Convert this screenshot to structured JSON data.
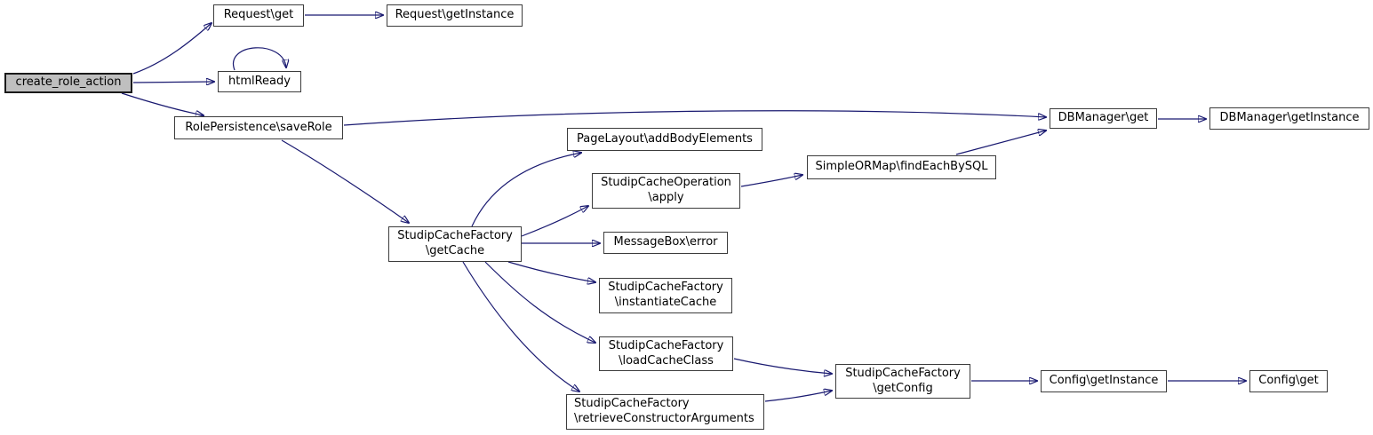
{
  "diagram": {
    "kind": "doxygen-call-graph",
    "colors": {
      "edge": "#191970",
      "node_border": "#3c3c3c",
      "node_fill": "#ffffff",
      "root_fill": "#bfbfbf",
      "root_border": "#1a1a1a",
      "text": "#000000",
      "background": "#ffffff"
    },
    "nodes": {
      "create_role_action": {
        "label": "create_role_action",
        "root": true
      },
      "request_get": {
        "label": "Request\\get"
      },
      "request_getInstance": {
        "label": "Request\\getInstance"
      },
      "htmlReady": {
        "label": "htmlReady"
      },
      "saveRole": {
        "label": "RolePersistence\\saveRole"
      },
      "getCache": {
        "line1": "StudipCacheFactory",
        "line2": "\\getCache"
      },
      "addBodyElements": {
        "label": "PageLayout\\addBodyElements"
      },
      "apply": {
        "line1": "StudipCacheOperation",
        "line2": "\\apply"
      },
      "messageBoxError": {
        "label": "MessageBox\\error"
      },
      "findEachBySQL": {
        "label": "SimpleORMap\\findEachBySQL"
      },
      "dbmanager_get": {
        "label": "DBManager\\get"
      },
      "dbmanager_getInstance": {
        "label": "DBManager\\getInstance"
      },
      "instantiateCache": {
        "line1": "StudipCacheFactory",
        "line2": "\\instantiateCache"
      },
      "loadCacheClass": {
        "line1": "StudipCacheFactory",
        "line2": "\\loadCacheClass"
      },
      "retrieveConstructorArguments": {
        "line1": "StudipCacheFactory",
        "line2": "\\retrieveConstructorArguments"
      },
      "getConfig": {
        "line1": "StudipCacheFactory",
        "line2": "\\getConfig"
      },
      "config_getInstance": {
        "label": "Config\\getInstance"
      },
      "config_get": {
        "label": "Config\\get"
      }
    },
    "edges": [
      {
        "from": "create_role_action",
        "to": "Request\\get"
      },
      {
        "from": "create_role_action",
        "to": "htmlReady"
      },
      {
        "from": "create_role_action",
        "to": "RolePersistence\\saveRole"
      },
      {
        "from": "Request\\get",
        "to": "Request\\getInstance"
      },
      {
        "from": "htmlReady",
        "to": "htmlReady"
      },
      {
        "from": "RolePersistence\\saveRole",
        "to": "DBManager\\get"
      },
      {
        "from": "RolePersistence\\saveRole",
        "to": "StudipCacheFactory\\getCache"
      },
      {
        "from": "StudipCacheFactory\\getCache",
        "to": "PageLayout\\addBodyElements"
      },
      {
        "from": "StudipCacheFactory\\getCache",
        "to": "StudipCacheOperation\\apply"
      },
      {
        "from": "StudipCacheFactory\\getCache",
        "to": "MessageBox\\error"
      },
      {
        "from": "StudipCacheFactory\\getCache",
        "to": "StudipCacheFactory\\instantiateCache"
      },
      {
        "from": "StudipCacheFactory\\getCache",
        "to": "StudipCacheFactory\\loadCacheClass"
      },
      {
        "from": "StudipCacheFactory\\getCache",
        "to": "StudipCacheFactory\\retrieveConstructorArguments"
      },
      {
        "from": "StudipCacheOperation\\apply",
        "to": "SimpleORMap\\findEachBySQL"
      },
      {
        "from": "SimpleORMap\\findEachBySQL",
        "to": "DBManager\\get"
      },
      {
        "from": "DBManager\\get",
        "to": "DBManager\\getInstance"
      },
      {
        "from": "StudipCacheFactory\\loadCacheClass",
        "to": "StudipCacheFactory\\getConfig"
      },
      {
        "from": "StudipCacheFactory\\retrieveConstructorArguments",
        "to": "StudipCacheFactory\\getConfig"
      },
      {
        "from": "StudipCacheFactory\\getConfig",
        "to": "Config\\getInstance"
      },
      {
        "from": "Config\\getInstance",
        "to": "Config\\get"
      }
    ]
  }
}
